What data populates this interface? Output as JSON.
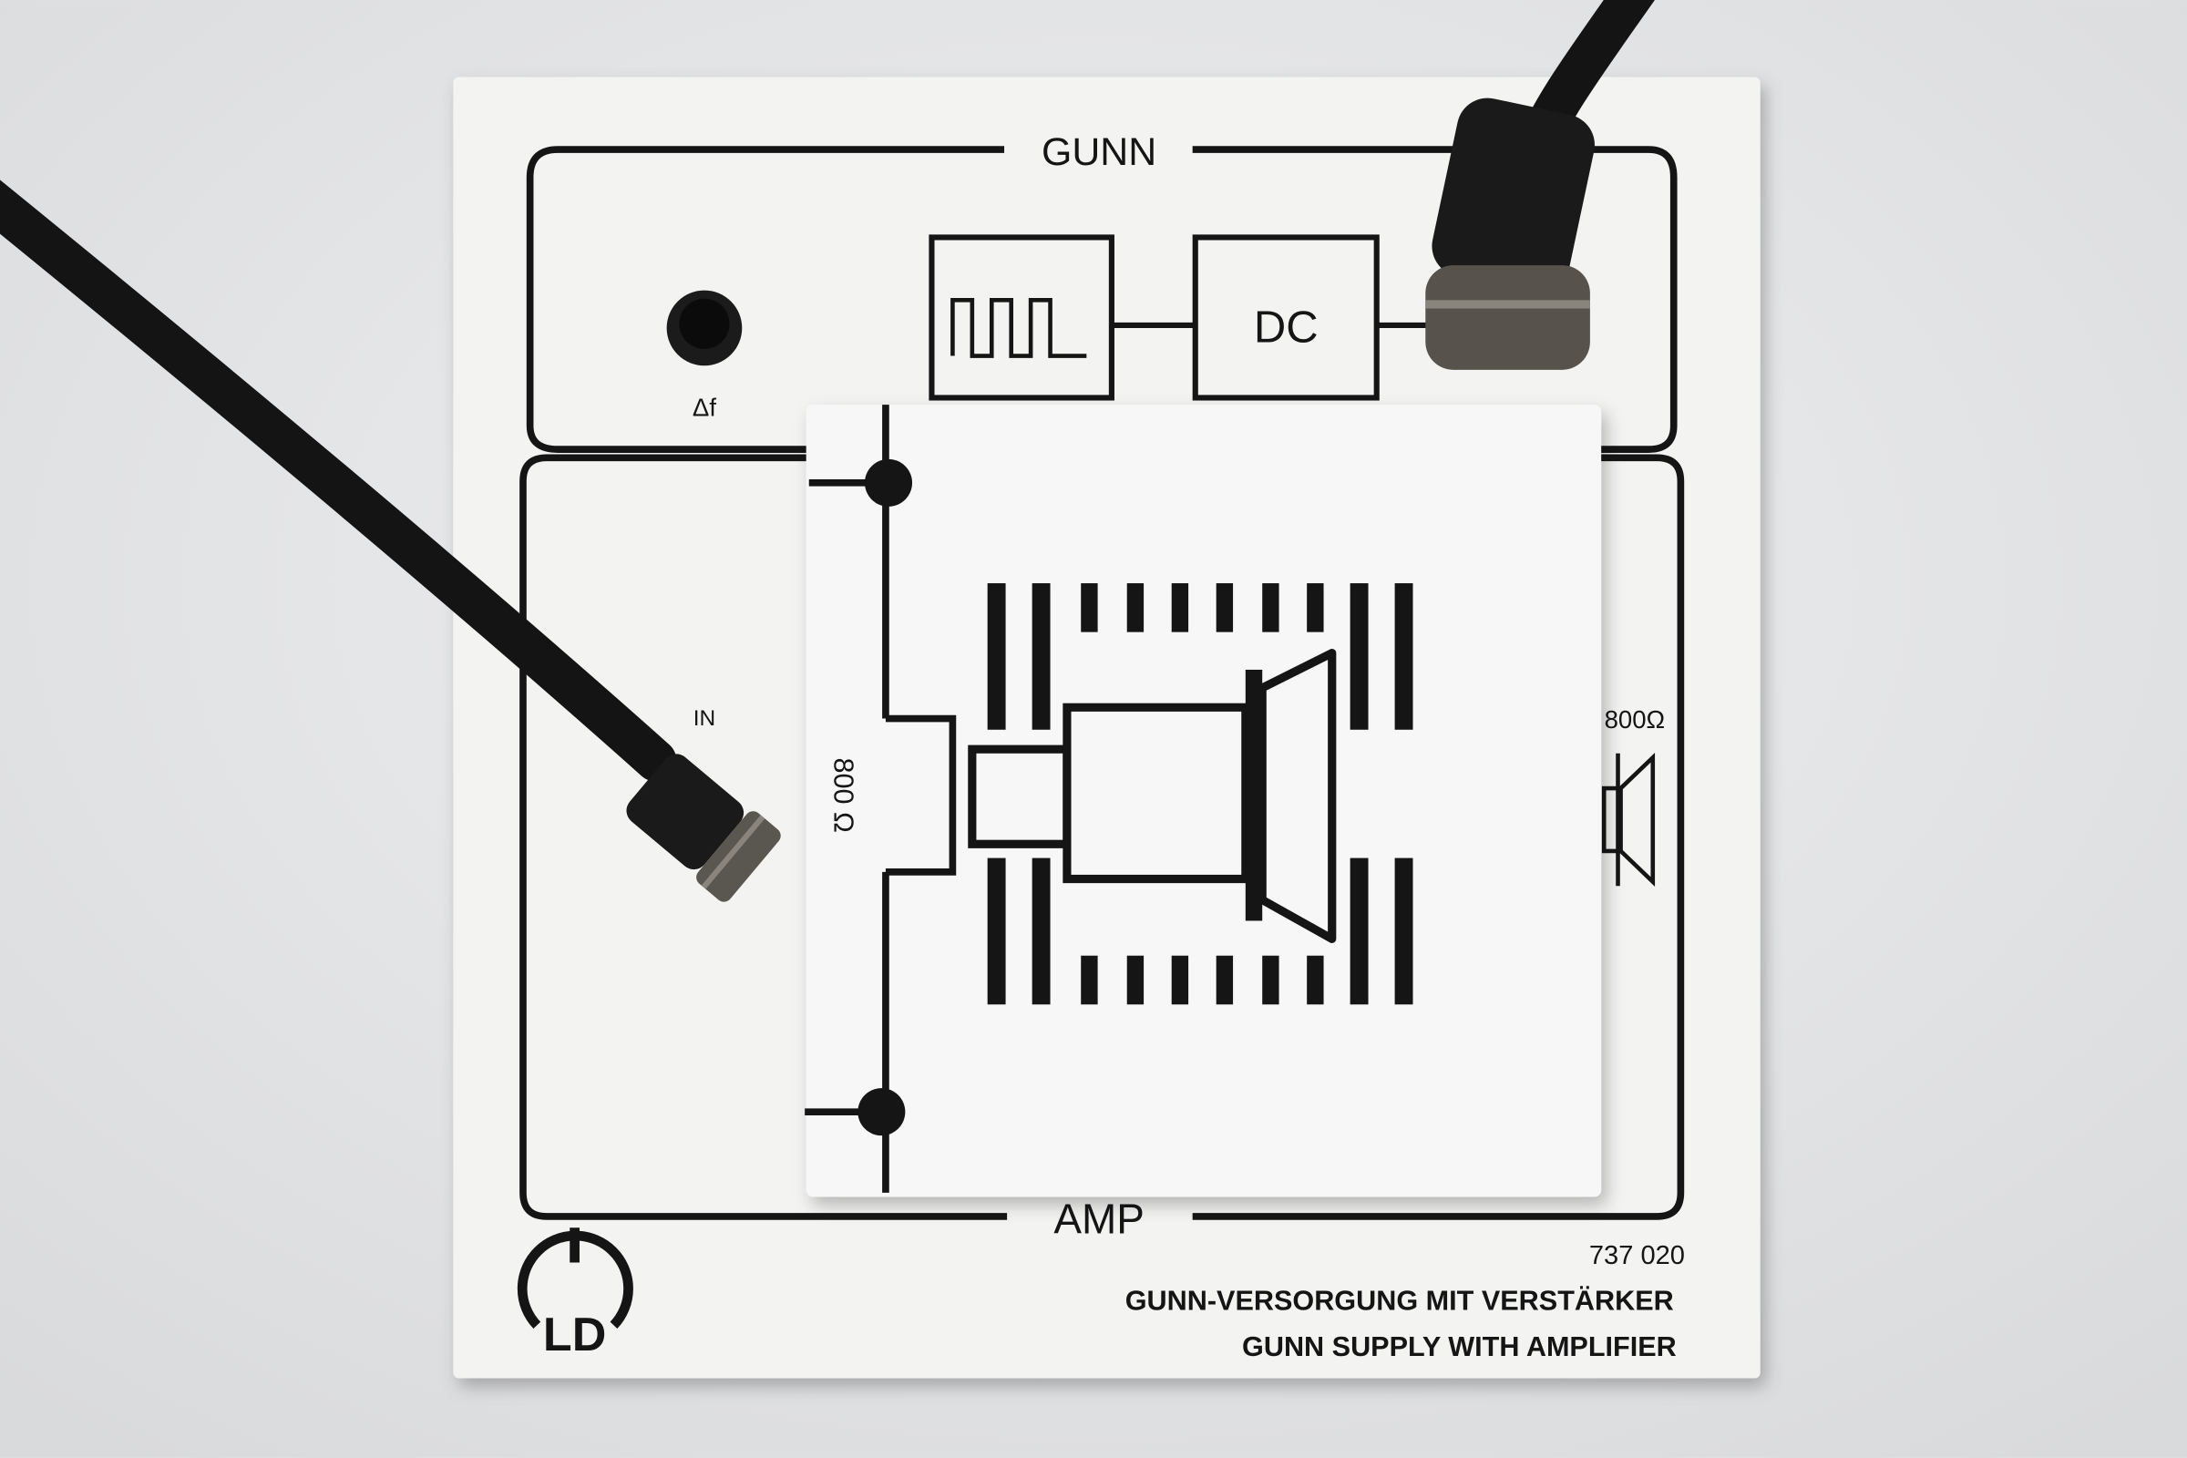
{
  "module": {
    "section_top_label": "GUNN",
    "section_bottom_label": "AMP",
    "dc_block_label": "DC",
    "knob_label": "Δf",
    "input_label": "IN",
    "resistance_label": "800 Ω",
    "side_resistance_label": "800Ω",
    "catalog_number": "737 020",
    "title_de": "GUNN-VERSORGUNG MIT VERSTÄRKER",
    "title_en": "GUNN SUPPLY WITH AMPLIFIER",
    "logo_text": "LD"
  },
  "colors": {
    "background": "#e4e5e7",
    "panel": "#f3f3f2",
    "ink": "#151515",
    "cable": "#141414"
  }
}
